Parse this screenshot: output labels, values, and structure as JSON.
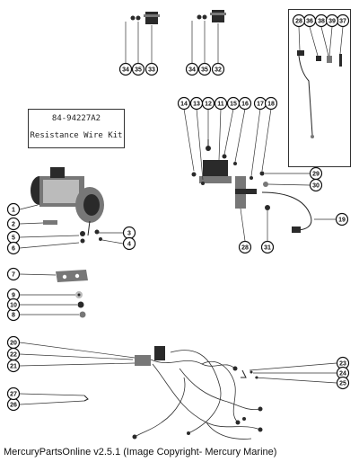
{
  "kit": {
    "part_number": "84-94227A2",
    "label": "Resistance Wire Kit"
  },
  "footer": {
    "text": "MercuryPartsOnline v2.5.1 (Image Copyright- Mercury Marine)"
  },
  "callouts": [
    "1",
    "2",
    "3",
    "4",
    "5",
    "6",
    "7",
    "8",
    "9",
    "10",
    "11",
    "12",
    "13",
    "14",
    "15",
    "16",
    "17",
    "18",
    "19",
    "20",
    "21",
    "22",
    "23",
    "24",
    "25",
    "26",
    "27",
    "28",
    "29",
    "30",
    "31",
    "32",
    "33",
    "34",
    "35",
    "36",
    "37",
    "38",
    "39"
  ]
}
